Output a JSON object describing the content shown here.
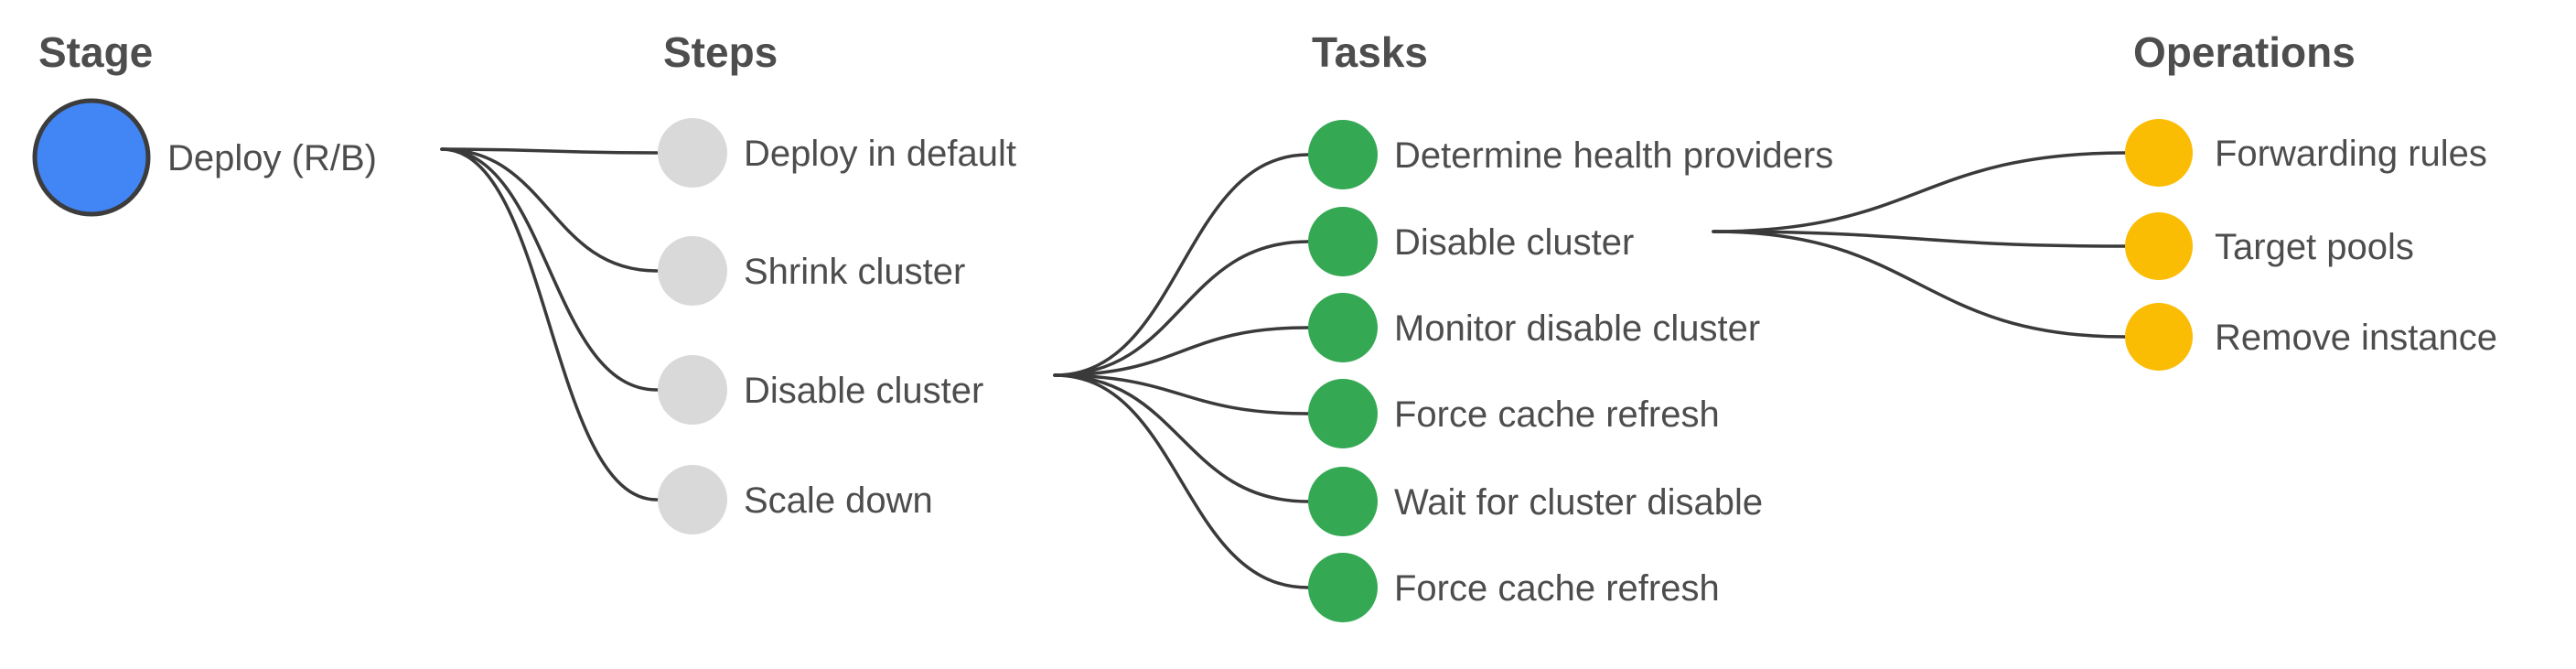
{
  "diagram": {
    "columns": [
      {
        "id": "stage",
        "header": "Stage",
        "node_color": "#4285f4",
        "nodes": [
          "Deploy (R/B)"
        ]
      },
      {
        "id": "steps",
        "header": "Steps",
        "node_color": "#d9d9d9",
        "nodes": [
          "Deploy in default",
          "Shrink cluster",
          "Disable cluster",
          "Scale down"
        ]
      },
      {
        "id": "tasks",
        "header": "Tasks",
        "node_color": "#34a853",
        "nodes": [
          "Determine health providers",
          "Disable cluster",
          "Monitor disable cluster",
          "Force cache refresh",
          "Wait for cluster disable",
          "Force cache refresh"
        ]
      },
      {
        "id": "operations",
        "header": "Operations",
        "node_color": "#fbbc04",
        "nodes": [
          "Forwarding rules",
          "Target pools",
          "Remove instance"
        ]
      }
    ],
    "edges": [
      {
        "from": "Deploy (R/B)",
        "from_column": "stage",
        "to": "Deploy in default",
        "to_column": "steps"
      },
      {
        "from": "Deploy (R/B)",
        "from_column": "stage",
        "to": "Shrink cluster",
        "to_column": "steps"
      },
      {
        "from": "Deploy (R/B)",
        "from_column": "stage",
        "to": "Disable cluster",
        "to_column": "steps"
      },
      {
        "from": "Deploy (R/B)",
        "from_column": "stage",
        "to": "Scale down",
        "to_column": "steps"
      },
      {
        "from": "Disable cluster",
        "from_column": "steps",
        "to": "Determine health providers",
        "to_column": "tasks"
      },
      {
        "from": "Disable cluster",
        "from_column": "steps",
        "to": "Disable cluster",
        "to_column": "tasks"
      },
      {
        "from": "Disable cluster",
        "from_column": "steps",
        "to": "Monitor disable cluster",
        "to_column": "tasks"
      },
      {
        "from": "Disable cluster",
        "from_column": "steps",
        "to": "Force cache refresh",
        "to_column": "tasks"
      },
      {
        "from": "Disable cluster",
        "from_column": "steps",
        "to": "Wait for cluster disable",
        "to_column": "tasks"
      },
      {
        "from": "Disable cluster",
        "from_column": "steps",
        "to": "Force cache refresh",
        "to_column": "tasks"
      },
      {
        "from": "Disable cluster",
        "from_column": "tasks",
        "to": "Forwarding rules",
        "to_column": "operations"
      },
      {
        "from": "Disable cluster",
        "from_column": "tasks",
        "to": "Target pools",
        "to_column": "operations"
      },
      {
        "from": "Disable cluster",
        "from_column": "tasks",
        "to": "Remove instance",
        "to_column": "operations"
      }
    ],
    "colors": {
      "background": "#ffffff",
      "edge": "#3a3a3a",
      "text": "#4d4d4d",
      "stage_node": "#4285f4",
      "step_node": "#d9d9d9",
      "task_node": "#34a853",
      "operation_node": "#fbbc04"
    }
  }
}
